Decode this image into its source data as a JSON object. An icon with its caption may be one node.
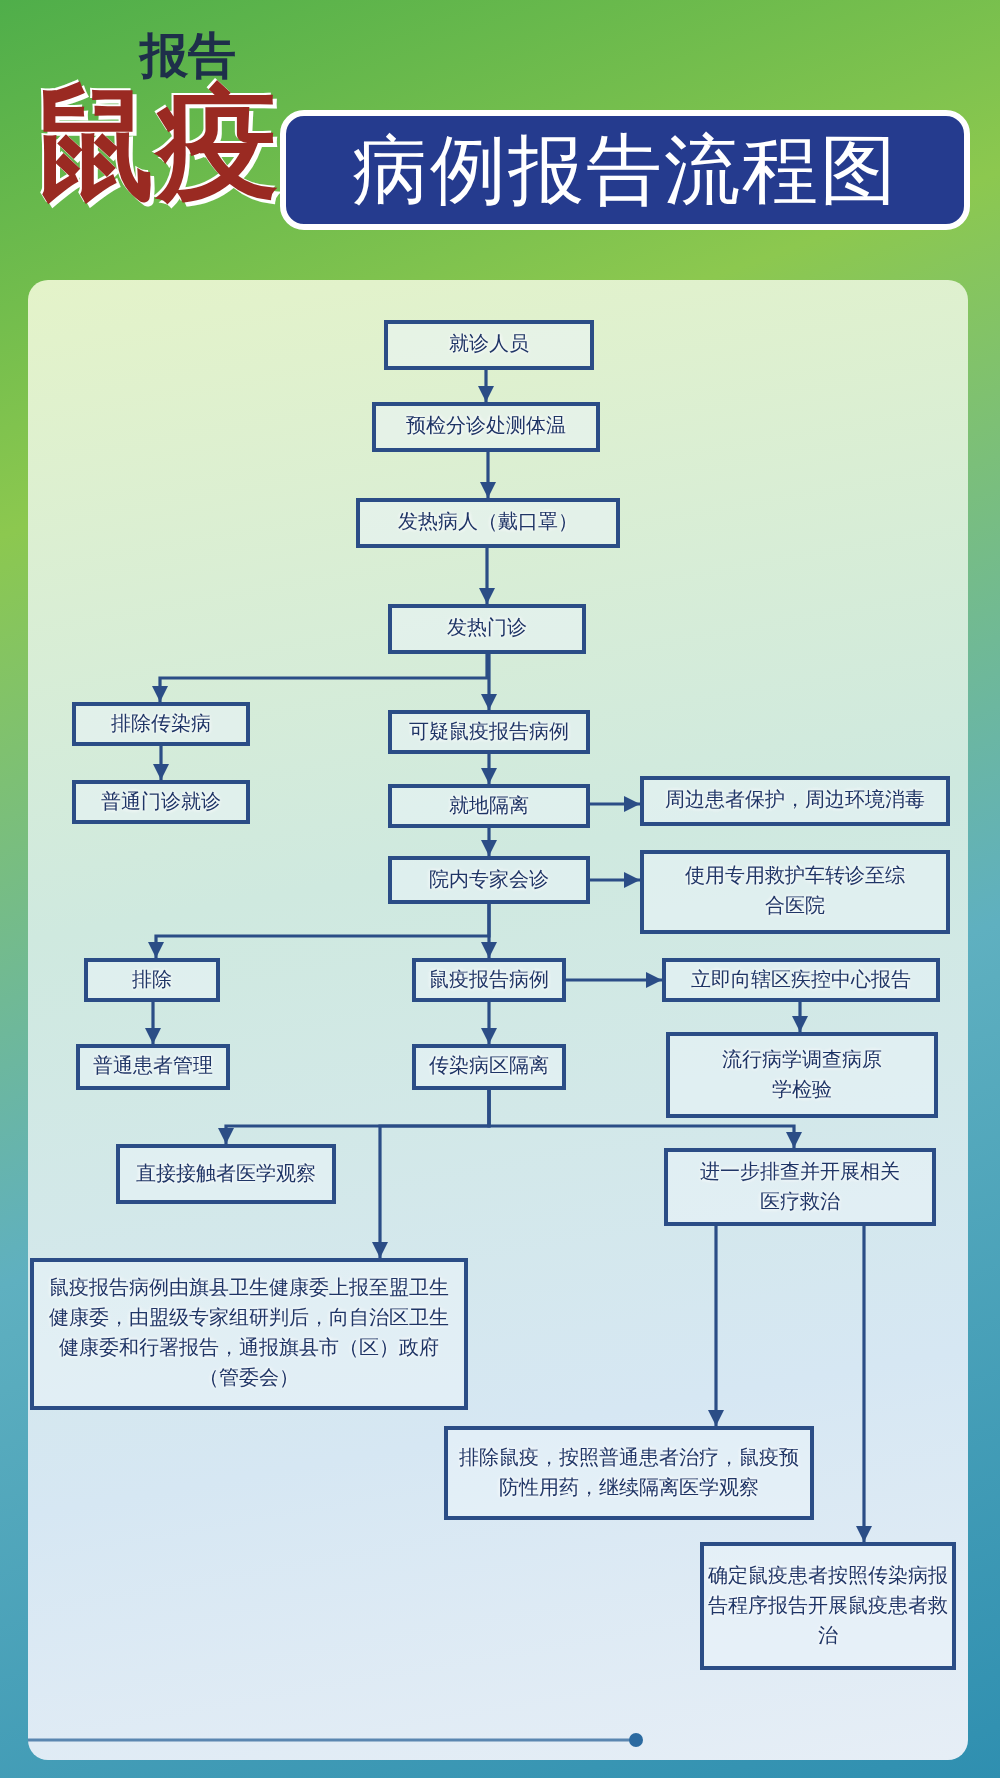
{
  "diagram": {
    "title": "病例报告流程图",
    "nodes": [
      {
        "text": [
          "就诊人员"
        ]
      },
      {
        "text": [
          "预检分诊处测体温"
        ]
      },
      {
        "text": [
          "发热病人（戴口罩）"
        ]
      },
      {
        "text": [
          "发热门诊"
        ]
      },
      {
        "text": [
          "排除传染病"
        ]
      },
      {
        "text": [
          "可疑鼠疫报告病例"
        ]
      },
      {
        "text": [
          "普通门诊就诊"
        ]
      },
      {
        "text": [
          "就地隔离"
        ]
      },
      {
        "text": [
          "周边患者保护，周边环境消毒"
        ]
      },
      {
        "text": [
          "院内专家会诊"
        ]
      },
      {
        "text": [
          "使用专用救护车转诊至综合医院"
        ]
      },
      {
        "text": [
          "排除"
        ]
      },
      {
        "text": [
          "鼠疫报告病例"
        ]
      },
      {
        "text": [
          "立即向辖区疾控中心报告"
        ]
      },
      {
        "text": [
          "普通患者管理"
        ]
      },
      {
        "text": [
          "传染病区隔离"
        ]
      },
      {
        "text": [
          "流行病学调查病原学检验"
        ]
      },
      {
        "text": [
          "直接接触者医学观察"
        ]
      },
      {
        "text": [
          "鼠疫报告病例由旗县卫生健康委上报至盟卫生健康委，由盟级专家组研判后，向自治区卫生健康委和行署报告，通报旗县市（区）政府（管委会）"
        ]
      },
      {
        "text": [
          "进一步排查并开展相关医疗救治"
        ]
      },
      {
        "text": [
          "排除鼠疫，按照普通患者治疗，鼠疫预防性用药，继续隔离医学观察"
        ]
      },
      {
        "text": [
          "确定鼠疫患者按照传染病报告程序报告开展鼠疫患者救治"
        ]
      }
    ],
    "edges": [
      {
        "from": 0,
        "to": 1,
        "arrow": "to"
      },
      {
        "from": 1,
        "to": 2,
        "arrow": "to"
      },
      {
        "from": 2,
        "to": 3,
        "arrow": "to"
      },
      {
        "from": 3,
        "to": 4,
        "arrow": "to"
      },
      {
        "from": 3,
        "to": 5,
        "arrow": "to"
      },
      {
        "from": 4,
        "to": 6,
        "arrow": "to"
      },
      {
        "from": 5,
        "to": 7,
        "arrow": "to"
      },
      {
        "from": 7,
        "to": 8,
        "arrow": "to"
      },
      {
        "from": 7,
        "to": 9,
        "arrow": "to"
      },
      {
        "from": 9,
        "to": 10,
        "arrow": "to"
      },
      {
        "from": 9,
        "to": 11,
        "arrow": "to"
      },
      {
        "from": 9,
        "to": 12,
        "arrow": "to"
      },
      {
        "from": 11,
        "to": 14,
        "arrow": "to"
      },
      {
        "from": 12,
        "to": 15,
        "arrow": "to"
      },
      {
        "from": 12,
        "to": 13,
        "arrow": "to"
      },
      {
        "from": 13,
        "to": 16,
        "arrow": "to"
      },
      {
        "from": 15,
        "to": 17,
        "arrow": "to"
      },
      {
        "from": 15,
        "to": 18,
        "arrow": "to"
      },
      {
        "from": 15,
        "to": 19,
        "arrow": "to"
      },
      {
        "from": 19,
        "to": 20,
        "arrow": "to"
      },
      {
        "from": 19,
        "to": 21,
        "arrow": "to"
      }
    ],
    "labels": [
      "报告",
      "鼠疫"
    ]
  }
}
